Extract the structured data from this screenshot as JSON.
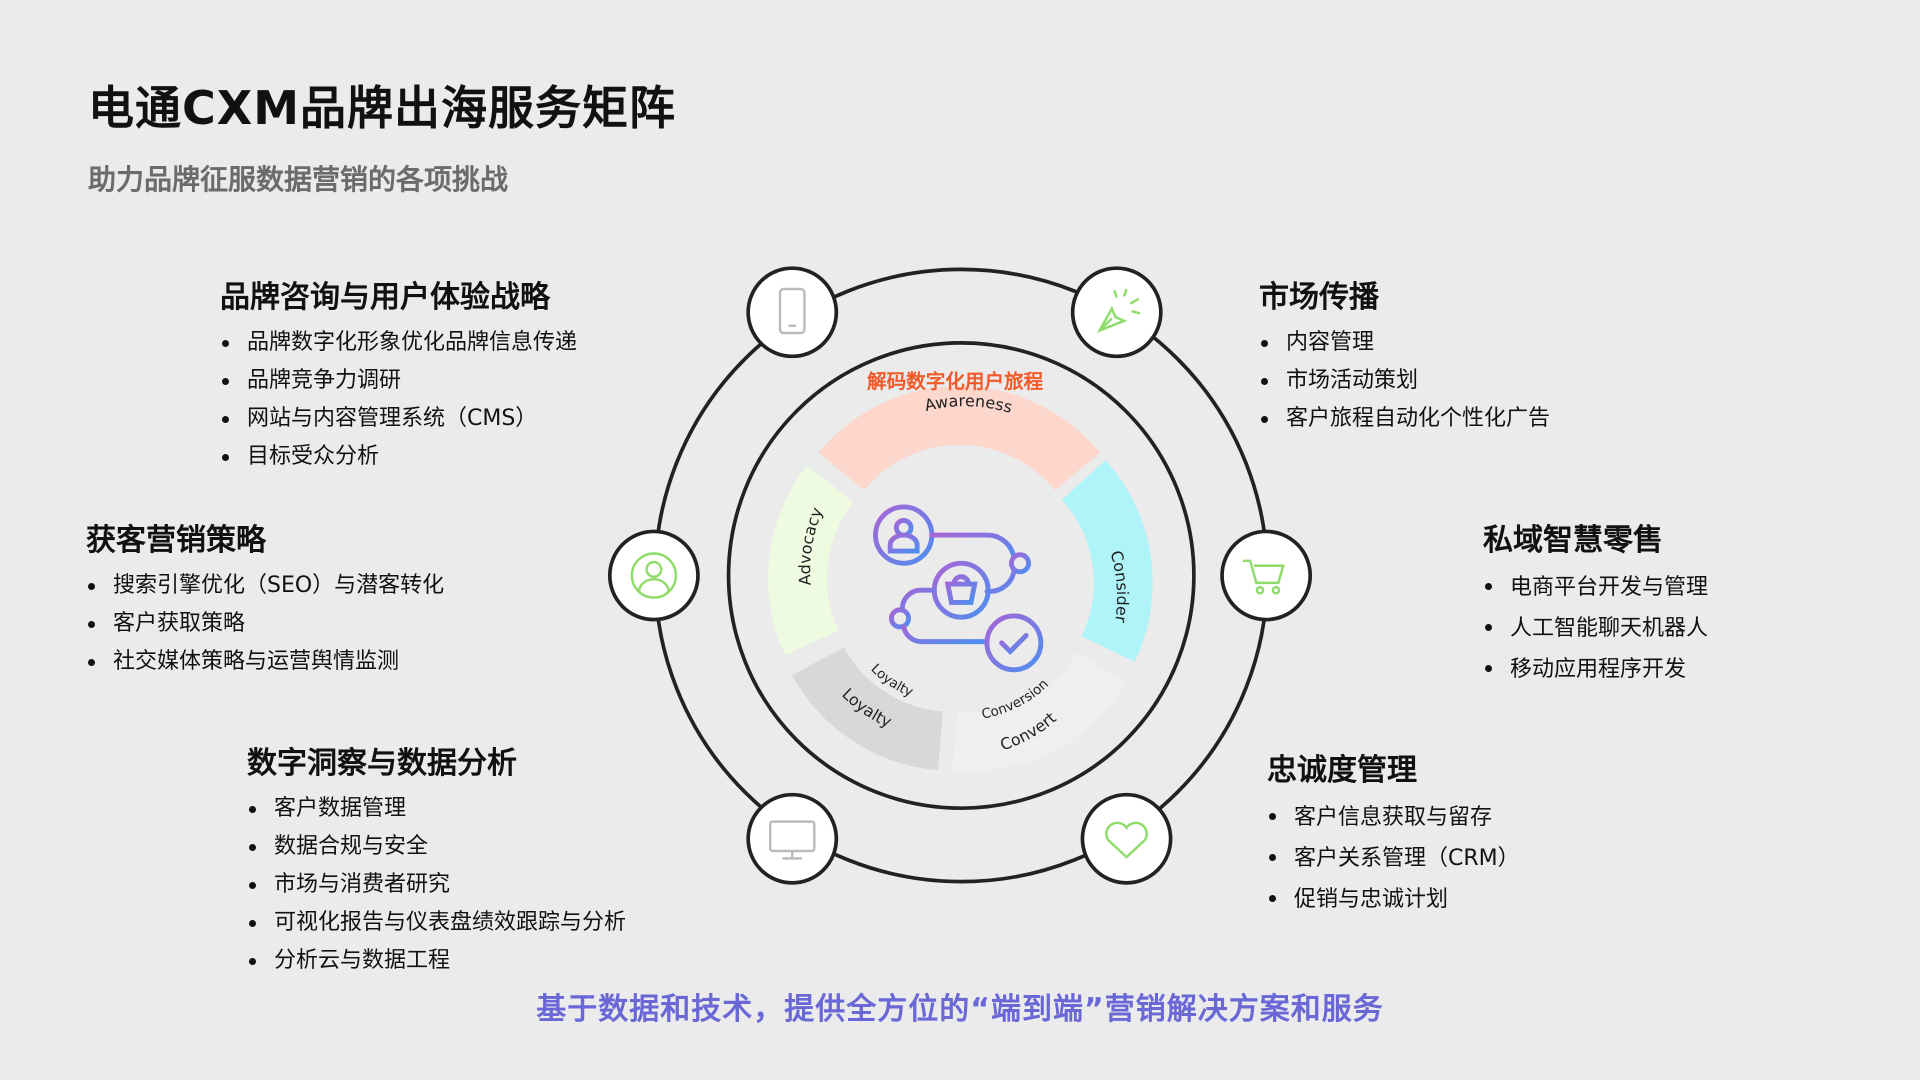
{
  "header": {
    "title": "电通CXM品牌出海服务矩阵",
    "subtitle": "助力品牌征服数据营销的各项挑战"
  },
  "sections": [
    {
      "title": "品牌咨询与用户体验战略",
      "items": [
        "品牌数字化形象优化品牌信息传递",
        "品牌竞争力调研",
        "网站与内容管理系统（CMS）",
        "目标受众分析"
      ]
    },
    {
      "title": "获客营销策略",
      "items": [
        "搜索引擎优化（SEO）与潜客转化",
        "客户获取策略",
        "社交媒体策略与运营舆情监测"
      ]
    },
    {
      "title": "数字洞察与数据分析",
      "items": [
        "客户数据管理",
        "数据合规与安全",
        "市场与消费者研究",
        "可视化报告与仪表盘绩效跟踪与分析",
        "分析云与数据工程"
      ]
    },
    {
      "title": "市场传播",
      "items": [
        "内容管理",
        "市场活动策划",
        "客户旅程自动化个性化广告"
      ]
    },
    {
      "title": "私域智慧零售",
      "items": [
        "电商平台开发与管理",
        "人工智能聊天机器人",
        "移动应用程序开发"
      ]
    },
    {
      "title": "忠诚度管理",
      "items": [
        "客户信息获取与留存",
        "客户关系管理（CRM）",
        "促销与忠诚计划"
      ]
    }
  ],
  "diagram": {
    "center_title": "解码数字化用户旅程",
    "stages": [
      "Awareness",
      "Consider",
      "Convert",
      "Conversion",
      "Loyalty",
      "Loyalty",
      "Advocacy"
    ],
    "icons": [
      "mobile-phone-icon",
      "cursor-click-icon",
      "user-avatar-icon",
      "shopping-cart-icon",
      "monitor-icon",
      "heart-icon"
    ],
    "colors": {
      "center_title": "#f25a2a",
      "awareness": "#fdd6cc",
      "consider": "#aef4f8",
      "convert": "#efeff1",
      "loyalty": "#d8d8d8",
      "advocacy": "#eefbe0",
      "accent_green": "#8fdc6a"
    }
  },
  "footer": {
    "tagline": "基于数据和技术，提供全方位的“端到端”营销解决方案和服务"
  }
}
